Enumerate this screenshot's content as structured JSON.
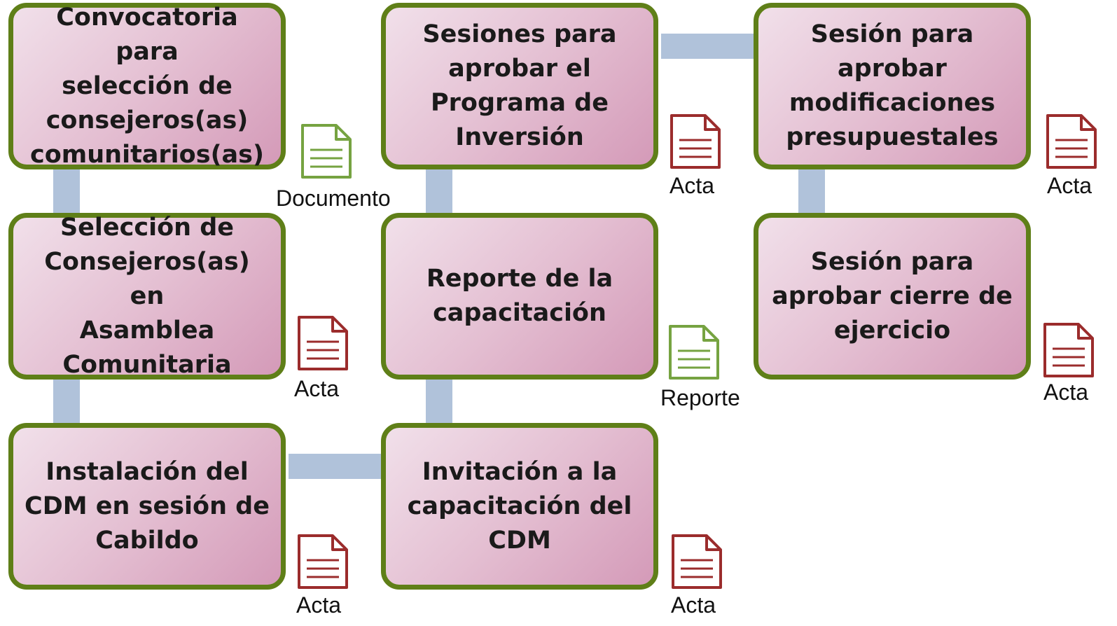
{
  "colors": {
    "box_border": "#5f7f18",
    "box_fill_light": "#f1e0ea",
    "box_fill_dark": "#d49ab8",
    "connector": "#b0c2da",
    "acta_icon": "#9b2c2c",
    "document_icon": "#76a341"
  },
  "steps": [
    {
      "text": "Convocatoria para\nselección de\nconsejeros(as)\ncomunitarios(as)",
      "output": "Documento",
      "icon": "document-icon"
    },
    {
      "text": "Selección de\nConsejeros(as) en\nAsamblea\nComunitaria",
      "output": "Acta",
      "icon": "acta-icon"
    },
    {
      "text": "Instalación del\nCDM en sesión de\nCabildo",
      "output": "Acta",
      "icon": "acta-icon"
    },
    {
      "text": "Invitación a la\ncapacitación del\nCDM",
      "output": "Acta",
      "icon": "acta-icon"
    },
    {
      "text": "Reporte de la\ncapacitación",
      "output": "Reporte",
      "icon": "document-icon"
    },
    {
      "text": "Sesiones para\naprobar el\nPrograma de\nInversión",
      "output": "Acta",
      "icon": "acta-icon"
    },
    {
      "text": "Sesión para\naprobar\nmodificaciones\npresupuestales",
      "output": "Acta",
      "icon": "acta-icon"
    },
    {
      "text": "Sesión para\naprobar cierre de\nejercicio",
      "output": "Acta",
      "icon": "acta-icon"
    }
  ]
}
